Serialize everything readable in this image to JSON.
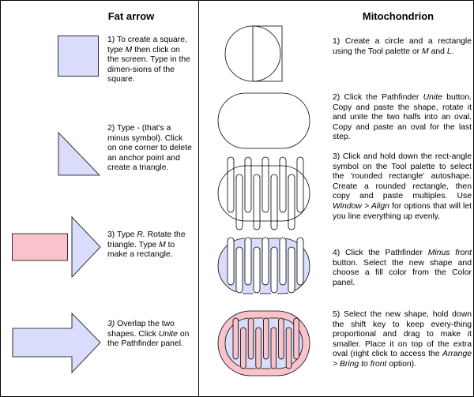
{
  "left": {
    "title": "Fat arrow",
    "steps": [
      {
        "parts": [
          "1) To create a square, type ",
          "M",
          " then click on the screen. Type in the dimen-sions of the square."
        ]
      },
      {
        "parts": [
          "2) Type - (that's a minus symbol). Click on one corner to delete an anchor point and create a triangle."
        ]
      },
      {
        "parts": [
          "3) Type ",
          "R.",
          " Rotate the triangle. Type ",
          "M",
          " to make a rectangle."
        ]
      },
      {
        "parts": [
          "3)",
          " Overlap the two shapes. Click ",
          "Unite",
          " on the Pathfinder panel."
        ]
      }
    ]
  },
  "right": {
    "title": "Mitochondrion",
    "steps": [
      {
        "parts": [
          "1) Create a circle and a rectangle using the Tool palette or ",
          "M",
          " and ",
          "L",
          "."
        ]
      },
      {
        "parts": [
          "2) Click the Pathfinder ",
          "Unite",
          " button. Copy and paste the shape, rotate it and unite the two halfs into an oval. Copy and paste an oval for the last step."
        ]
      },
      {
        "parts": [
          "3) Click and hold down the rect-angle symbol on the Tool palette to select the 'rounded rectangle' autoshape. Create a rounded rectangle, then copy and paste multiples. Use ",
          "Window > Align",
          " for options that will let you line everything up evenly."
        ]
      },
      {
        "parts": [
          "4) Click the Pathfinder ",
          "Minus front",
          " button. Select the new shape and choose a fill color from the Color panel."
        ]
      },
      {
        "parts": [
          "5) Select the new shape, hold down the shift key to keep every-thing proportional and drag to make it smaller. Place it on top of the extra oval (right click to access the ",
          "Arrange > Bring to front",
          " option)."
        ]
      }
    ]
  },
  "colors": {
    "lavender": "#d9dcfa",
    "pink": "#f9c3cc",
    "stroke": "#000000"
  }
}
